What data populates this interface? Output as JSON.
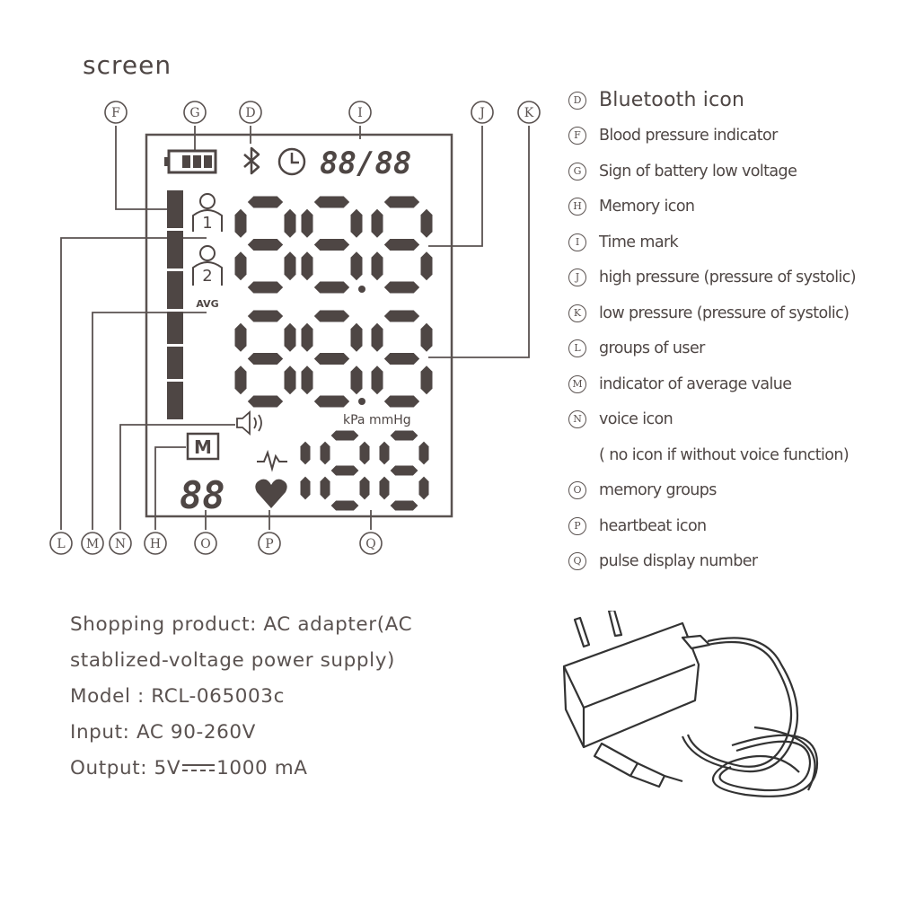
{
  "title": "screen",
  "diagram": {
    "callouts": [
      "F",
      "G",
      "D",
      "I",
      "J",
      "K",
      "L",
      "M",
      "N",
      "H",
      "O",
      "P",
      "Q"
    ],
    "lcd": {
      "time_digits": "88/88",
      "user1_number": "1",
      "user2_number": "2",
      "avg_label": "AVG",
      "units_label": "kPa mmHg",
      "memory_label": "M",
      "memory_digits": "88",
      "pulse_digits": "188"
    }
  },
  "legend": [
    {
      "letter": "D",
      "text": "Bluetooth icon"
    },
    {
      "letter": "F",
      "text": "Blood pressure indicator"
    },
    {
      "letter": "G",
      "text": "Sign of battery low voltage"
    },
    {
      "letter": "H",
      "text": "Memory icon"
    },
    {
      "letter": "I",
      "text": "Time mark"
    },
    {
      "letter": "J",
      "text": "high pressure (pressure of systolic)"
    },
    {
      "letter": "K",
      "text": "low pressure (pressure of systolic)"
    },
    {
      "letter": "L",
      "text": "groups of user"
    },
    {
      "letter": "M",
      "text": "indicator of average value"
    },
    {
      "letter": "N",
      "text": "voice icon"
    },
    {
      "letter": "",
      "text": "( no icon if without voice function)"
    },
    {
      "letter": "O",
      "text": "memory groups"
    },
    {
      "letter": "P",
      "text": "heartbeat icon"
    },
    {
      "letter": "Q",
      "text": "pulse display number"
    }
  ],
  "product": {
    "line1": "Shopping product: AC adapter(AC",
    "line2": "stablized-voltage power supply)",
    "model": "Model : RCL-065003c",
    "input": "Input: AC 90-260V",
    "output_prefix": "Output: 5V",
    "output_suffix": "1000 mA"
  }
}
